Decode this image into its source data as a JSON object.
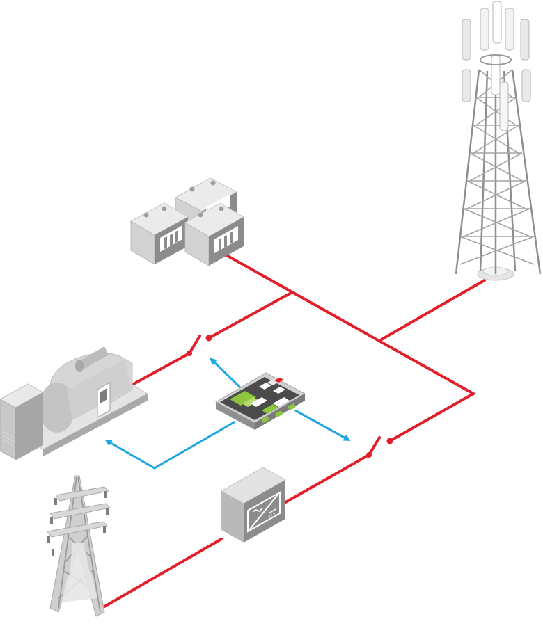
{
  "diagram": {
    "components": [
      {
        "id": "telecom-tower",
        "icon": "cell-tower-icon"
      },
      {
        "id": "battery-bank",
        "icon": "battery-bank-icon",
        "count": 3
      },
      {
        "id": "diesel-generator",
        "icon": "generator-icon"
      },
      {
        "id": "controller",
        "icon": "controller-module-icon"
      },
      {
        "id": "grid-pylon",
        "icon": "transmission-pylon-icon"
      },
      {
        "id": "inverter",
        "icon": "inverter-icon"
      },
      {
        "id": "generator-breaker",
        "icon": "switch-icon"
      },
      {
        "id": "grid-breaker",
        "icon": "switch-icon"
      }
    ],
    "colors": {
      "power_line": "#e11f2b",
      "control_line": "#1ea6e0",
      "equipment_light": "#d4d4d4",
      "equipment_mid": "#b3b3b3",
      "equipment_dark": "#8c8c8c",
      "screen_dark": "#4b4b4b",
      "display_green": "#8cc63f"
    }
  }
}
